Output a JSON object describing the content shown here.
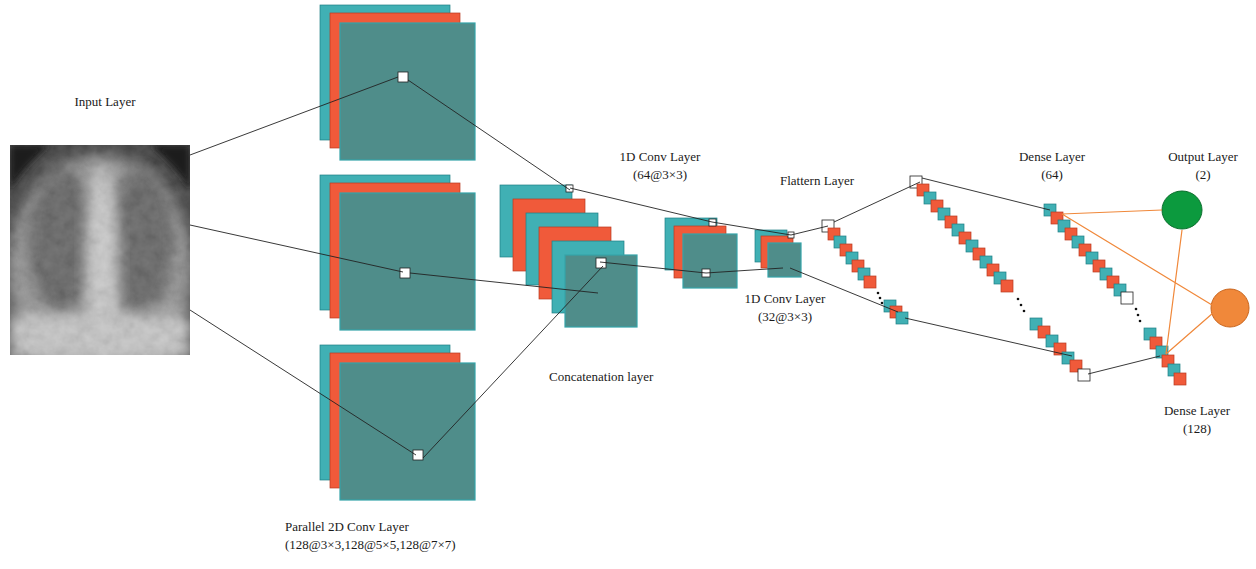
{
  "diagram": {
    "nodes": [
      {
        "text": [
          "Input Layer"
        ]
      },
      {
        "text": [
          "Parallel 2D Conv Layer (128@3×3,128@5×5,128@7×7)"
        ]
      },
      {
        "text": [
          "Concatenation layer"
        ]
      },
      {
        "text": [
          "1D Conv Layer (64@3×3)"
        ]
      },
      {
        "text": [
          "1D Conv Layer (32@3×3)"
        ]
      },
      {
        "text": [
          "Flattern Layer"
        ]
      },
      {
        "text": [
          "Dense Layer (128)"
        ]
      },
      {
        "text": [
          "Dense Layer (64)"
        ]
      },
      {
        "text": [
          "Output Layer (2)"
        ]
      }
    ],
    "edges": [
      {
        "from": 0,
        "to": 1,
        "arrow": "none"
      },
      {
        "from": 1,
        "to": 2,
        "arrow": "none"
      },
      {
        "from": 2,
        "to": 3,
        "arrow": "none"
      },
      {
        "from": 3,
        "to": 4,
        "arrow": "none"
      },
      {
        "from": 4,
        "to": 5,
        "arrow": "none"
      },
      {
        "from": 5,
        "to": 6,
        "arrow": "none"
      },
      {
        "from": 6,
        "to": 7,
        "arrow": "none"
      },
      {
        "from": 7,
        "to": 8,
        "arrow": "none"
      }
    ]
  }
}
